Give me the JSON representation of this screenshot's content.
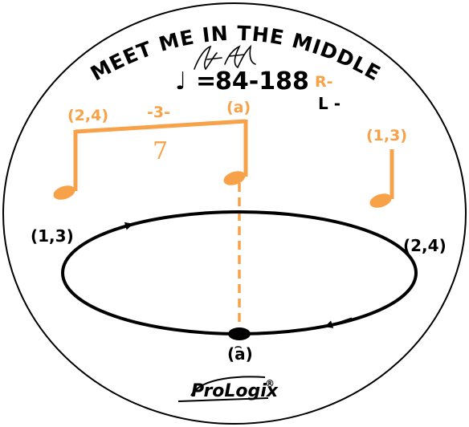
{
  "title": "MEET ME IN THE MIDDLE",
  "tempo": {
    "note_symbol": "♩",
    "equals": "=",
    "range": "84-188",
    "hand_right": "R-",
    "hand_left": "L -"
  },
  "notation": {
    "triplet_left": "(2,4)",
    "triplet_marker": "-3-",
    "accent_a": "(a)",
    "seven": "7",
    "right_group": "(1,3)"
  },
  "circle": {
    "left_label": "(1,3)",
    "right_label": "(2,4)",
    "bottom_label": "(a)",
    "bottom_accent": "⌢"
  },
  "logo": {
    "text": "ProLogix",
    "registered": "®"
  },
  "colors": {
    "accent": "#f7a149",
    "ink": "#000000",
    "background": "#ffffff"
  }
}
